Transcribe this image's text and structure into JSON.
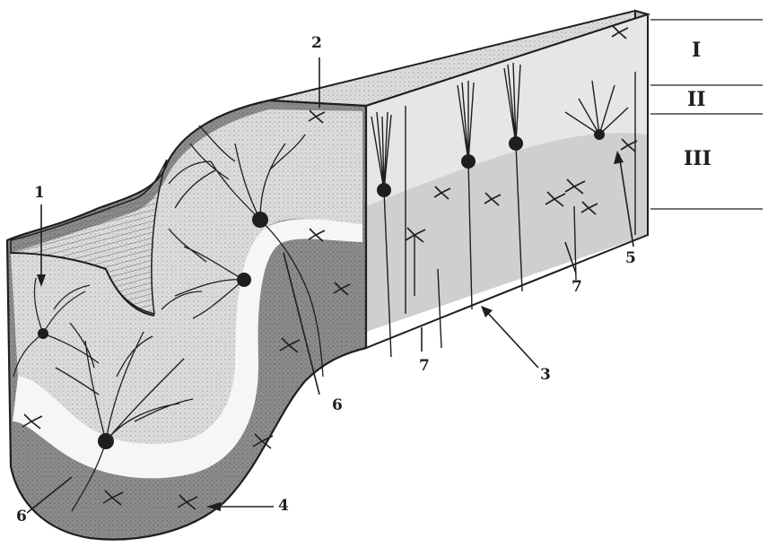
{
  "callouts": {
    "c1": "1",
    "c2": "2",
    "c3": "3",
    "c4": "4",
    "c5": "5",
    "c6a": "6",
    "c6b": "6",
    "c7a": "7",
    "c7b": "7"
  },
  "layers": {
    "l1": "I",
    "l2": "II",
    "l3": "III"
  },
  "colors": {
    "ink": "#1e1e1e",
    "molecular_layer": "#e2e2e2",
    "granular_layer": "#8e8e8e",
    "white_matter": "#f7f7f7",
    "hatching": "#5a5a5a"
  }
}
